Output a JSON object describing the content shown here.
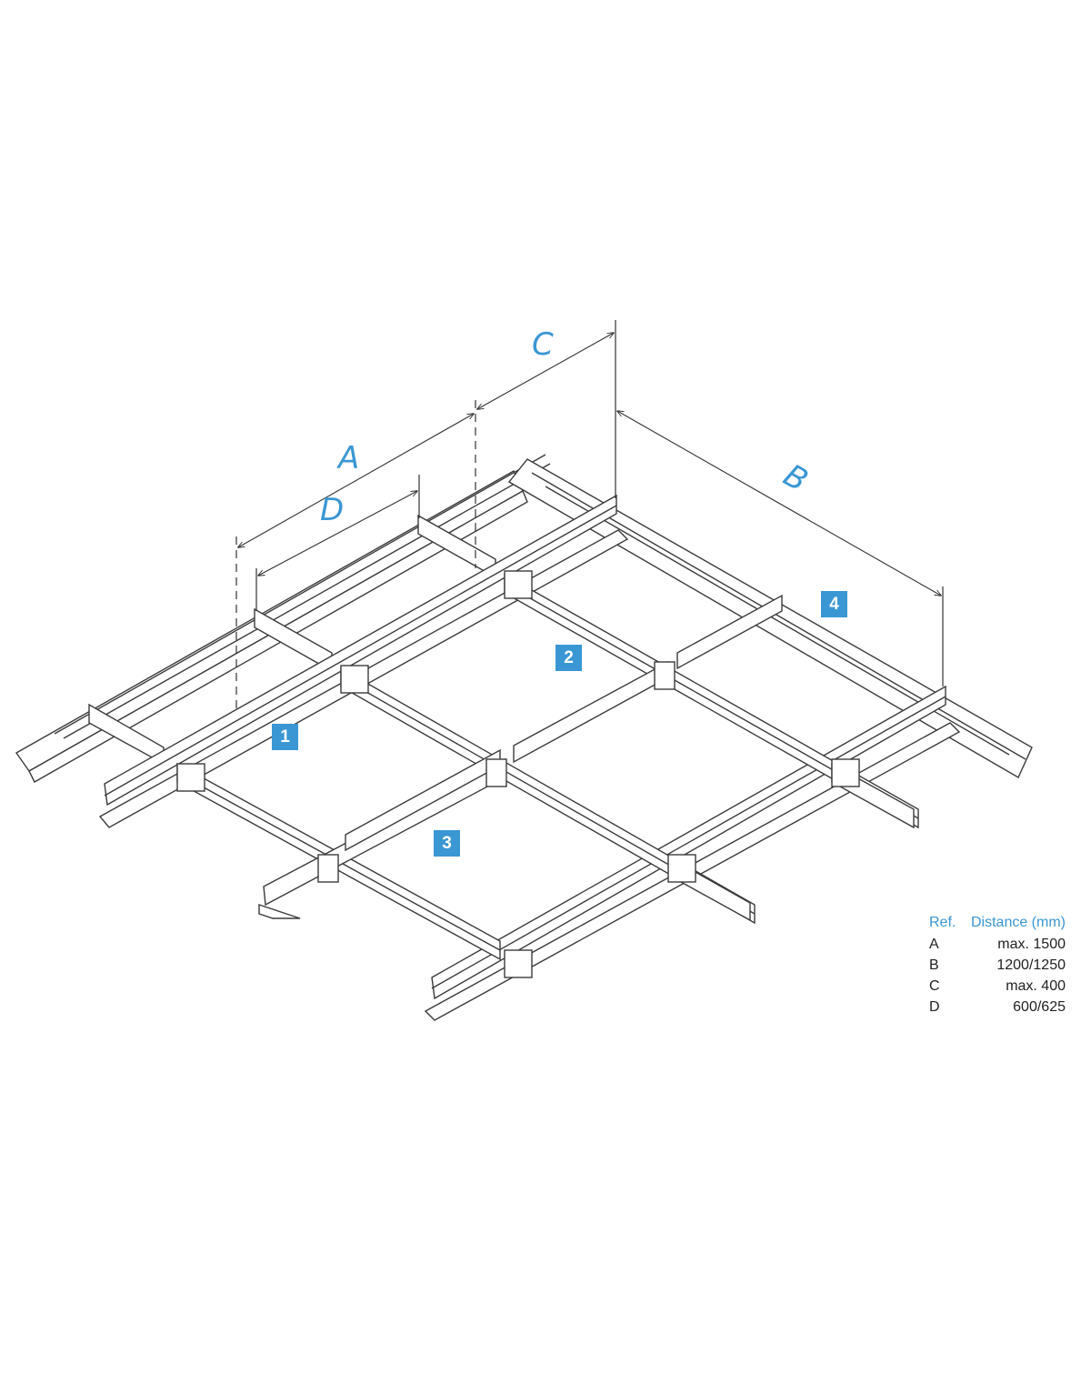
{
  "colors": {
    "accent": "#3a97d4",
    "line": "#3b3b3b"
  },
  "dimensions": {
    "A": "A",
    "B": "B",
    "C": "C",
    "D": "D"
  },
  "callouts": [
    "1",
    "2",
    "3",
    "4"
  ],
  "legend": {
    "header_ref": "Ref.",
    "header_distance": "Distance (mm)",
    "rows": [
      {
        "ref": "A",
        "distance": "max. 1500"
      },
      {
        "ref": "B",
        "distance": "1200/1250"
      },
      {
        "ref": "C",
        "distance": "max. 400"
      },
      {
        "ref": "D",
        "distance": "600/625"
      }
    ]
  }
}
